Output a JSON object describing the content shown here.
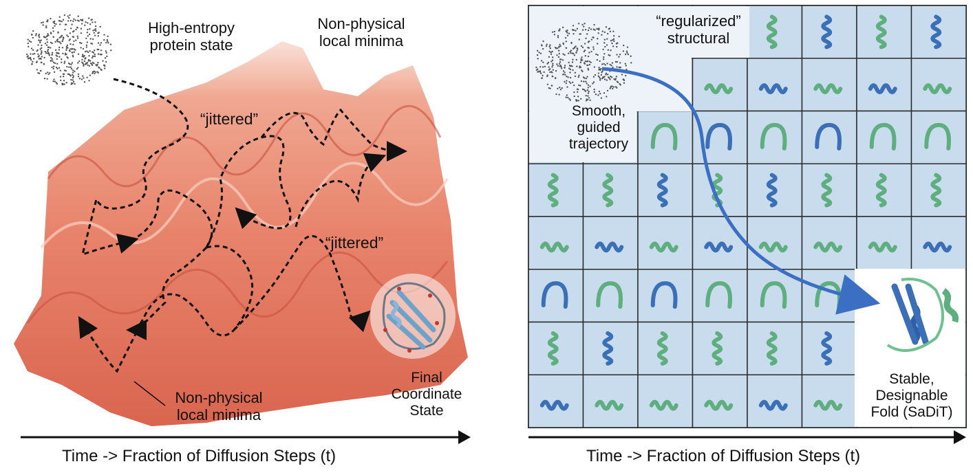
{
  "left_panel": {
    "label_high_entropy": "High-entropy\nprotein state",
    "label_nonphysical_top": "Non-physical\nlocal minima",
    "label_jittered_1": "“jittered”",
    "label_jittered_2": "“jittered”",
    "label_nonphysical_bottom": "Non-physical\nlocal minima",
    "label_final_state": "Final\nCoordinate\nState",
    "axis_label": "Time -> Fraction of Diffusion Steps (t)",
    "colors": {
      "landscape": "#e8836b",
      "landscape_light": "#f6c7b5",
      "path": "#111111"
    }
  },
  "right_panel": {
    "label_regularized": "“regularized”\nstructural",
    "label_smooth": "Smooth,\nguided\ntrajectory",
    "label_stable": "Stable,\nDesignable\nFold (SaDiT)",
    "axis_label": "Time -> Fraction of Diffusion Steps (t)",
    "colors": {
      "grid_bg": "#dce8f4",
      "grid_line": "#2b2b2b",
      "arrow": "#3a6fc4",
      "helix_blue": "#3b6fb6",
      "helix_green": "#5fae7f"
    }
  }
}
